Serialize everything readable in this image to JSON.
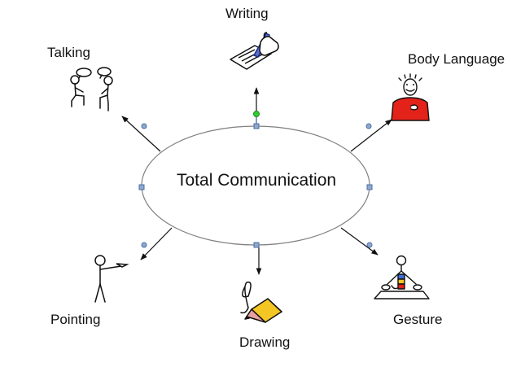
{
  "diagram": {
    "center": {
      "label": "Total Communication"
    },
    "nodes": [
      {
        "id": "writing",
        "label": "Writing",
        "icon": "writing-hand-icon"
      },
      {
        "id": "talking",
        "label": "Talking",
        "icon": "two-people-talking-icon"
      },
      {
        "id": "body-language",
        "label": "Body Language",
        "icon": "smiling-person-icon"
      },
      {
        "id": "pointing",
        "label": "Pointing",
        "icon": "pointing-person-icon"
      },
      {
        "id": "drawing",
        "label": "Drawing",
        "icon": "pencil-drawing-icon"
      },
      {
        "id": "gesture",
        "label": "Gesture",
        "icon": "person-at-table-icon"
      }
    ],
    "colors": {
      "ellipse_stroke": "#808080",
      "handle_fill": "#8fa8cc",
      "handle_stroke": "#4a6ea8",
      "rotate_handle": "#33cc33",
      "shirt_red": "#e32219",
      "pencil_yellow": "#f3c623",
      "pencil_tip": "#e8a0a0"
    }
  }
}
